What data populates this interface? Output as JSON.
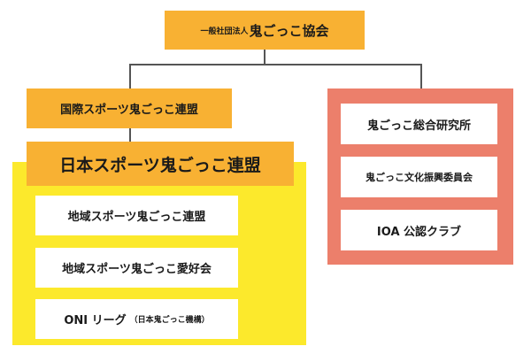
{
  "colors": {
    "orange": "#F8B133",
    "yellow": "#FCE92C",
    "salmon": "#EC7F6B",
    "line": "#555555"
  },
  "top": {
    "prefix": "一般社団法人",
    "name": "鬼ごっこ協会"
  },
  "left": {
    "international": "国際スポーツ鬼ごっこ連盟",
    "japan": "日本スポーツ鬼ごっこ連盟",
    "members": [
      "地域スポーツ鬼ごっこ連盟",
      "地域スポーツ鬼ごっこ愛好会"
    ],
    "oni_league": {
      "label": "ONI リーグ",
      "note": "（日本鬼ごっこ機構）"
    }
  },
  "right": {
    "members": [
      "鬼ごっこ総合研究所",
      "鬼ごっこ文化振興委員会",
      "IOA 公認クラブ"
    ]
  }
}
